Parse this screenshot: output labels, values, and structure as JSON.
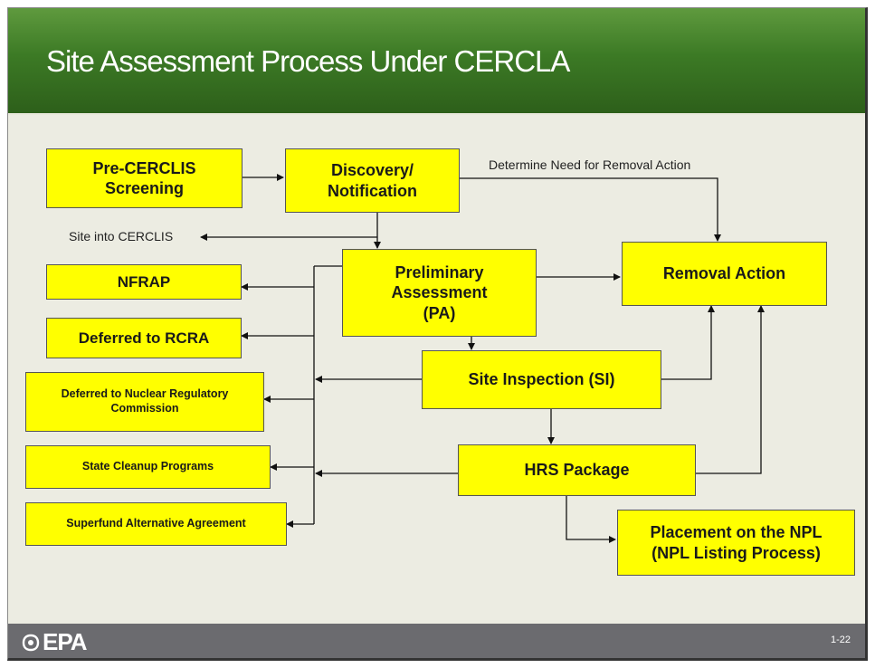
{
  "slide": {
    "title": "Site Assessment Process Under CERCLA",
    "page_number": "1-22",
    "logo_text": "EPA"
  },
  "diagram": {
    "boxes": {
      "pre_cerclis": "Pre-CERCLIS Screening",
      "discovery": "Discovery/ Notification",
      "preliminary_assessment": "Preliminary Assessment (PA)",
      "removal_action": "Removal Action",
      "site_inspection": "Site Inspection (SI)",
      "hrs_package": "HRS Package",
      "placement_npl_line1": "Placement on the NPL",
      "placement_npl_line2": "(NPL Listing Process)",
      "nfrap": "NFRAP",
      "deferred_rcra": "Deferred to RCRA",
      "deferred_nuclear": "Deferred to Nuclear Regulatory Commission",
      "state_cleanup": "State Cleanup Programs",
      "superfund_alternative": "Superfund Alternative Agreement"
    },
    "labels": {
      "determine_need": "Determine Need for Removal Action",
      "site_into_cerclis": "Site into CERCLIS"
    }
  },
  "colors": {
    "box_fill": "#ffff00",
    "title_bar": "#3c7a25",
    "footer": "#6b6b6f"
  }
}
